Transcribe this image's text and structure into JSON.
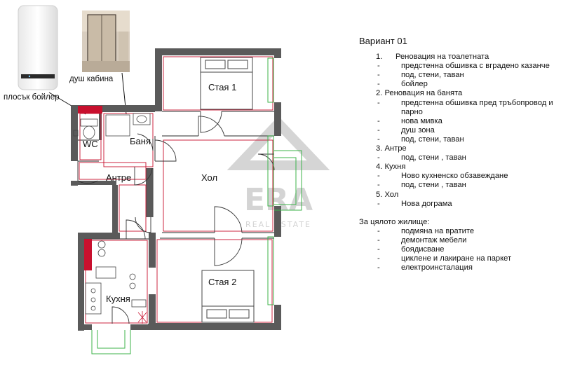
{
  "photos": {
    "boiler_caption": "плосък бойлер",
    "shower_caption": "душ кабина"
  },
  "rooms": {
    "room1": "Стая 1",
    "room2": "Стая 2",
    "hall": "Хол",
    "bath": "Баня",
    "wc": "WC",
    "entry": "Антре",
    "kitchen": "Кухня"
  },
  "watermark": {
    "brand": "ERA",
    "sub": "REAL ESTATE"
  },
  "notes": {
    "title": "Вариант 01",
    "sections": [
      {
        "heading": "1.      Реновация на тоалетната",
        "items": [
          "предстенна обшивка с вградено казанче",
          "под, стени, таван",
          "бойлер"
        ]
      },
      {
        "heading": "2. Реновация на банята",
        "items": [
          "предстенна обшивка пред тръбопровод и парно",
          "нова мивка",
          "душ зона",
          "под, стени, таван"
        ]
      },
      {
        "heading": "3. Антре",
        "items": [
          "под, стени , таван"
        ]
      },
      {
        "heading": "4. Кухня",
        "items": [
          "Ново кухненско обзавеждане",
          "под, стени , таван"
        ]
      },
      {
        "heading": "5. Хол",
        "items": [
          "Нова дограма"
        ]
      }
    ],
    "global_title": "За цялото жилище:",
    "global_items": [
      "подмяна на вратите",
      "демонтаж мебели",
      "боядисване",
      "циклене и лакиране на паркет",
      "електроинсталация"
    ]
  },
  "colors": {
    "wall": "#5a5a5a",
    "red": "#c8102e",
    "green": "#3cb34a",
    "watermark": "#d0d0d0"
  }
}
